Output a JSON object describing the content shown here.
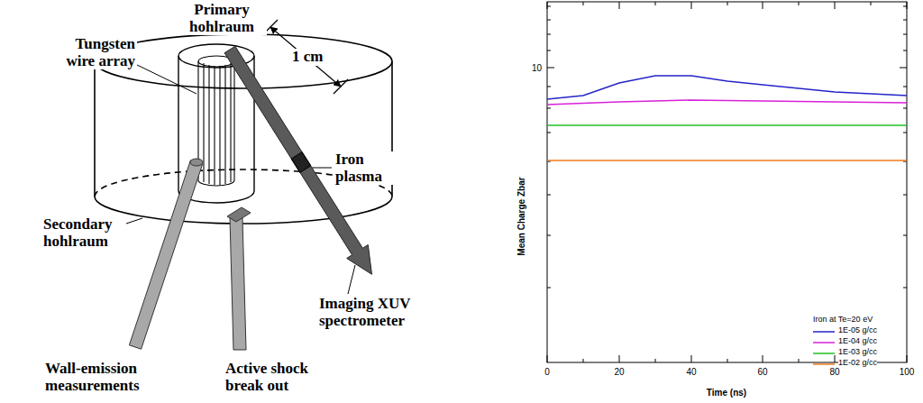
{
  "diagram": {
    "labels": [
      "Primary hohlraum",
      "Tungsten wire array",
      "1 cm",
      "Iron plasma",
      "Secondary hohlraum",
      "Imaging XUV spectrometer",
      "Wall-emission measurements",
      "Active shock break out",
      "10",
      "0",
      "20",
      "40",
      "60",
      "80",
      "100",
      "Time (ns)",
      "Mean Charge Zbar",
      "Iron at Te=20 eV"
    ],
    "legend": [
      {
        "text": "1E-05 g/cc"
      },
      {
        "text": "1E-04 g/cc"
      },
      {
        "text": "1E-03 g/cc"
      },
      {
        "text": "1E-02 g/cc"
      }
    ]
  }
}
